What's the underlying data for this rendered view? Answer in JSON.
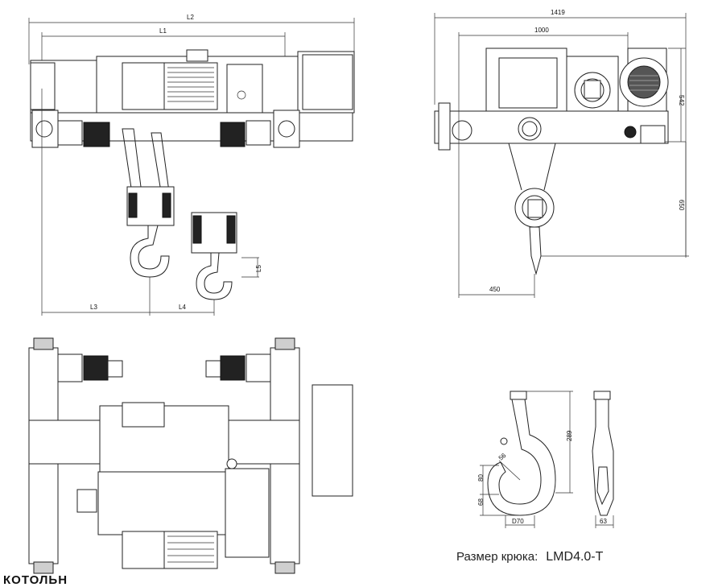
{
  "front_view": {
    "dims": {
      "L2": "L2",
      "L1": "L1",
      "L3": "L3",
      "L4": "L4",
      "L5": "L5"
    }
  },
  "side_view": {
    "dims": {
      "w1": "1419",
      "w2": "1000",
      "h1": "542",
      "h2": "650",
      "w3": "450"
    }
  },
  "hook_detail": {
    "dims": {
      "h": "289",
      "r": "56",
      "a": "80",
      "b": "68",
      "d": "D70",
      "t": "63"
    }
  },
  "caption": {
    "label": "Размер крюка:",
    "model": "LMD4.0-T"
  },
  "cut_heading": "КОТОЛЬН"
}
